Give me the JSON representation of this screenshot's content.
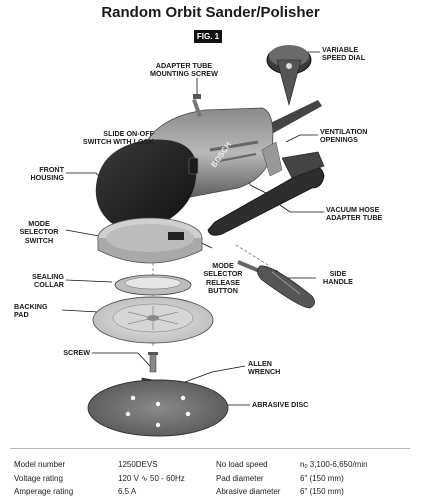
{
  "title": "Random Orbit Sander/Polisher",
  "figure_label": "FIG. 1",
  "brand_on_tool": "BOSCH",
  "callouts": {
    "adapter_tube_mounting_screw": [
      "ADAPTER TUBE",
      "MOUNTING SCREW"
    ],
    "variable_speed_dial": [
      "VARIABLE",
      "SPEED DIAL"
    ],
    "slide_switch": [
      "SLIDE ON-OFF",
      "SWITCH WITH LOCK"
    ],
    "ventilation_openings": [
      "VENTILATION",
      "OPENINGS"
    ],
    "front_housing": [
      "FRONT",
      "HOUSING"
    ],
    "vacuum_hose_adapter_tube": [
      "VACUUM HOSE",
      "ADAPTER TUBE"
    ],
    "mode_selector_switch": [
      "MODE",
      "SELECTOR",
      "SWITCH"
    ],
    "mode_selector_release_button": [
      "MODE",
      "SELECTOR",
      "RELEASE",
      "BUTTON"
    ],
    "side_handle": [
      "SIDE",
      "HANDLE"
    ],
    "sealing_collar": [
      "SEALING",
      "COLLAR"
    ],
    "backing_pad": [
      "BACKING",
      "PAD"
    ],
    "screw": [
      "SCREW"
    ],
    "allen_wrench": [
      "ALLEN",
      "WRENCH"
    ],
    "abrasive_disc": [
      "ABRASIVE DISC"
    ]
  },
  "specs": {
    "left": [
      {
        "label": "Model number",
        "value": "1250DEVS"
      },
      {
        "label": "Voltage rating",
        "value": "120 V ∿ 50 - 60Hz"
      },
      {
        "label": "Amperage rating",
        "value": "6.5 A"
      }
    ],
    "right": [
      {
        "label": "No load speed",
        "prefix": "n",
        "prefix_sub": "0",
        "value": "3,100-6,650/min"
      },
      {
        "label": "Pad diameter",
        "value": "6\" (150 mm)"
      },
      {
        "label": "Abrasive diameter",
        "value": "6\" (150 mm)"
      }
    ]
  }
}
